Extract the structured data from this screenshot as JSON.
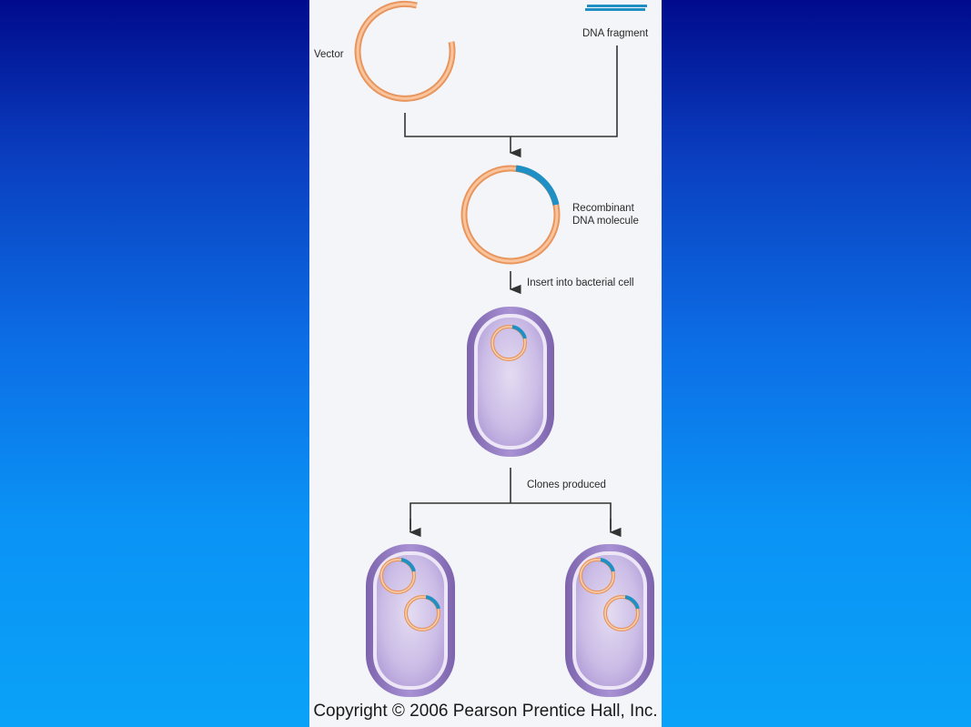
{
  "labels": {
    "vector": "Vector",
    "dna_fragment": "DNA fragment",
    "recombinant_line1": "Recombinant",
    "recombinant_line2": "DNA molecule",
    "insert": "Insert into bacterial cell",
    "clones": "Clones produced"
  },
  "copyright": "Copyright © 2006 Pearson Prentice Hall, Inc.",
  "colors": {
    "vector_dna": "#f5b07a",
    "insert_dna": "#1f8fc4",
    "cell": "#9b85c6",
    "arrow": "#333333"
  }
}
